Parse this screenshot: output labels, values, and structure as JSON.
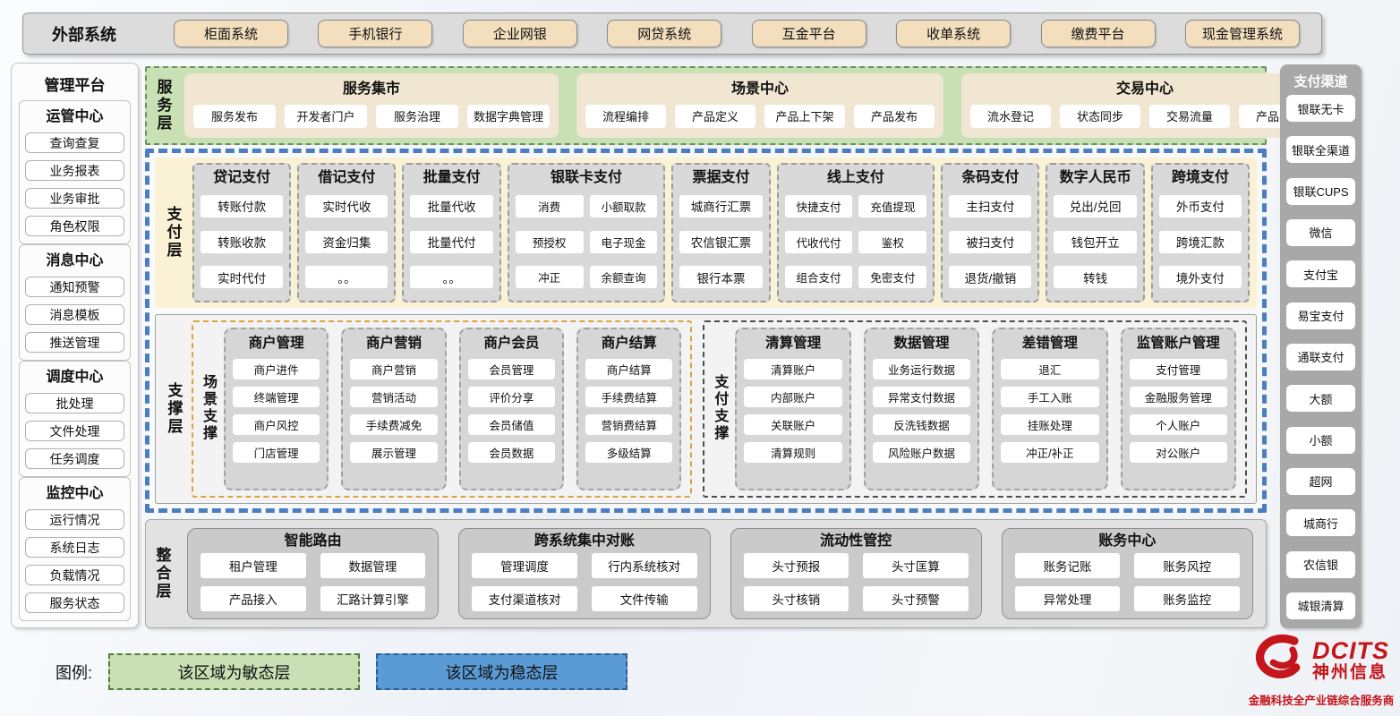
{
  "external_systems": {
    "label": "外部系统",
    "items": [
      "柜面系统",
      "手机银行",
      "企业网银",
      "网贷系统",
      "互金平台",
      "收单系统",
      "缴费平台",
      "现金管理系统"
    ]
  },
  "management_platform": {
    "title": "管理平台",
    "groups": [
      {
        "title": "运管中心",
        "items": [
          "查询查复",
          "业务报表",
          "业务审批",
          "角色权限"
        ]
      },
      {
        "title": "消息中心",
        "items": [
          "通知预警",
          "消息模板",
          "推送管理"
        ]
      },
      {
        "title": "调度中心",
        "items": [
          "批处理",
          "文件处理",
          "任务调度"
        ]
      },
      {
        "title": "监控中心",
        "items": [
          "运行情况",
          "系统日志",
          "负载情况",
          "服务状态"
        ]
      }
    ]
  },
  "service_layer": {
    "label": "服务层",
    "panels": [
      {
        "title": "服务集市",
        "items": [
          "服务发布",
          "开发者门户",
          "服务治理",
          "数据字典管理"
        ]
      },
      {
        "title": "场景中心",
        "items": [
          "流程编排",
          "产品定义",
          "产品上下架",
          "产品发布"
        ]
      },
      {
        "title": "交易中心",
        "items": [
          "流水登记",
          "状态同步",
          "交易流量",
          "产品收益"
        ]
      }
    ]
  },
  "payment_layer": {
    "label": "支付层",
    "columns": [
      {
        "title": "贷记支付",
        "cols": 1,
        "items": [
          "转账付款",
          "转账收款",
          "实时代付"
        ]
      },
      {
        "title": "借记支付",
        "cols": 1,
        "items": [
          "实时代收",
          "资金归集",
          "。。"
        ]
      },
      {
        "title": "批量支付",
        "cols": 1,
        "items": [
          "批量代收",
          "批量代付",
          "。。"
        ]
      },
      {
        "title": "银联卡支付",
        "cols": 2,
        "items": [
          "消费",
          "小额取款",
          "预授权",
          "电子现金",
          "冲正",
          "余额查询"
        ]
      },
      {
        "title": "票据支付",
        "cols": 1,
        "items": [
          "城商行汇票",
          "农信银汇票",
          "银行本票"
        ]
      },
      {
        "title": "线上支付",
        "cols": 2,
        "items": [
          "快捷支付",
          "充值提现",
          "代收代付",
          "鉴权",
          "组合支付",
          "免密支付"
        ]
      },
      {
        "title": "条码支付",
        "cols": 1,
        "items": [
          "主扫支付",
          "被扫支付",
          "退货/撤销"
        ]
      },
      {
        "title": "数字人民币",
        "cols": 1,
        "items": [
          "兑出/兑回",
          "钱包开立",
          "转钱"
        ]
      },
      {
        "title": "跨境支付",
        "cols": 1,
        "items": [
          "外币支付",
          "跨境汇款",
          "境外支付"
        ]
      }
    ]
  },
  "support_layer": {
    "label": "支撑层",
    "groups": [
      {
        "label": "场景支撑",
        "style": "scene",
        "columns": [
          {
            "title": "商户管理",
            "items": [
              "商户进件",
              "终端管理",
              "商户风控",
              "门店管理"
            ]
          },
          {
            "title": "商户营销",
            "items": [
              "商户营销",
              "营销活动",
              "手续费减免",
              "展示管理"
            ]
          },
          {
            "title": "商户会员",
            "items": [
              "会员管理",
              "评价分享",
              "会员储值",
              "会员数据"
            ]
          },
          {
            "title": "商户结算",
            "items": [
              "商户结算",
              "手续费结算",
              "营销费结算",
              "多级结算"
            ]
          }
        ]
      },
      {
        "label": "支付支撑",
        "style": "pay",
        "columns": [
          {
            "title": "清算管理",
            "items": [
              "清算账户",
              "内部账户",
              "关联账户",
              "清算规则"
            ]
          },
          {
            "title": "数据管理",
            "items": [
              "业务运行数据",
              "异常支付数据",
              "反洗钱数据",
              "风险账户数据"
            ]
          },
          {
            "title": "差错管理",
            "items": [
              "退汇",
              "手工入账",
              "挂账处理",
              "冲正/补正"
            ]
          },
          {
            "title": "监管账户管理",
            "items": [
              "支付管理",
              "金融服务管理",
              "个人账户",
              "对公账户"
            ]
          }
        ]
      }
    ]
  },
  "integration_layer": {
    "label": "整合层",
    "panels": [
      {
        "title": "智能路由",
        "items": [
          "租户管理",
          "数据管理",
          "产品接入",
          "汇路计算引擎"
        ]
      },
      {
        "title": "跨系统集中对账",
        "items": [
          "管理调度",
          "行内系统核对",
          "支付渠道核对",
          "文件传输"
        ]
      },
      {
        "title": "流动性管控",
        "items": [
          "头寸预报",
          "头寸匡算",
          "头寸核销",
          "头寸预警"
        ]
      },
      {
        "title": "账务中心",
        "items": [
          "账务记账",
          "账务风控",
          "异常处理",
          "账务监控"
        ]
      }
    ]
  },
  "payment_channels": {
    "title": "支付渠道",
    "items": [
      "银联无卡",
      "银联全渠道",
      "银联CUPS",
      "微信",
      "支付宝",
      "易宝支付",
      "通联支付",
      "大额",
      "小额",
      "超网",
      "城商行",
      "农信银",
      "城银清算"
    ]
  },
  "legend": {
    "label": "图例:",
    "agile": "该区域为敏态层",
    "stable": "该区域为稳态层"
  },
  "logo": {
    "brand": "DCITS",
    "company": "神州信息",
    "tagline": "金融科技全产业链综合服务商"
  },
  "colors": {
    "agile_green": "#c8e0b4",
    "stable_blue": "#5b9bd5",
    "stable_border_blue": "#4b7ec0",
    "payment_layer_yellow": "#fbf1d5",
    "external_button_tan": "#f3debd",
    "column_gray": "#d9d9d9",
    "scene_support_orange": "#e0a23e",
    "brand_red": "#c4161c"
  }
}
